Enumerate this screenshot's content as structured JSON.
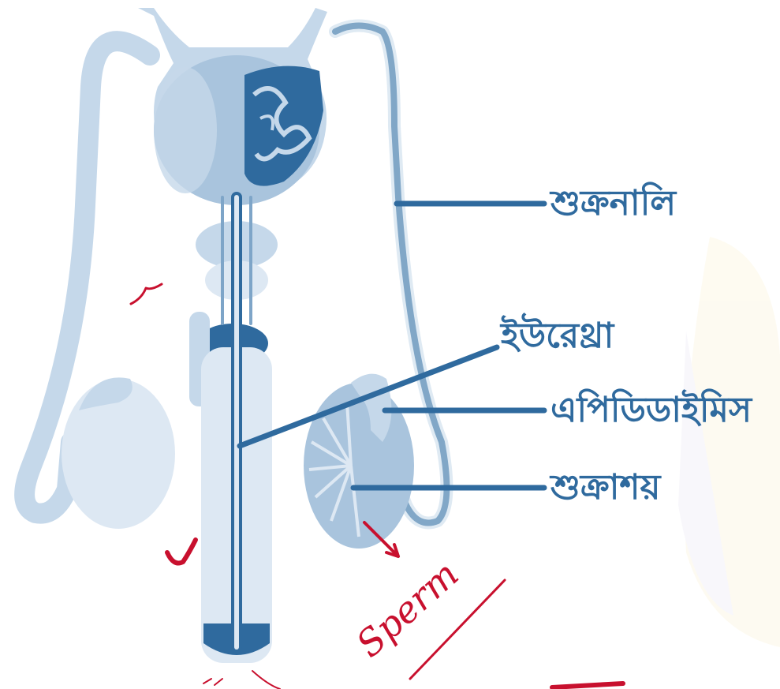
{
  "labels": {
    "vas_deferens": "শুক্রনালি",
    "urethra": "ইউরেথ্রা",
    "epididymis": "এপিডিডাইমিস",
    "testis": "শুক্রাশয়"
  },
  "annotations": {
    "sperm": "Sperm"
  },
  "colors": {
    "dark_blue": "#2f6a9e",
    "mid_blue": "#7ea5c8",
    "light_blue": "#c5d8ea",
    "pale_blue": "#dde8f3",
    "annotation_red": "#c8102e"
  }
}
